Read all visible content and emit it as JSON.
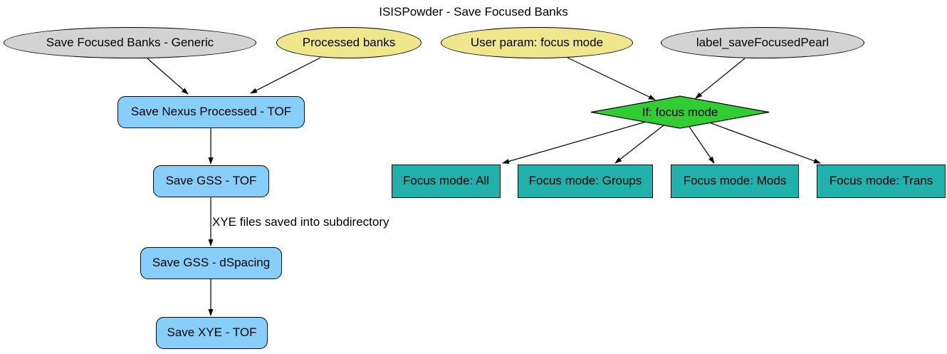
{
  "diagram": {
    "title": "ISISPowder - Save Focused Banks",
    "left_flow": {
      "inputs": [
        {
          "label": "Save Focused Banks - Generic",
          "shape": "ellipse",
          "fill": "#d3d3d3"
        },
        {
          "label": "Processed banks",
          "shape": "ellipse",
          "fill": "#f0e68c"
        }
      ],
      "steps": [
        {
          "label": "Save Nexus Processed - TOF"
        },
        {
          "label": "Save GSS - TOF"
        },
        {
          "label": "Save GSS - dSpacing"
        },
        {
          "label": "Save XYE - TOF"
        }
      ],
      "edge_label": "XYE files saved into subdirectory"
    },
    "right_flow": {
      "inputs": [
        {
          "label": "User param: focus mode",
          "shape": "ellipse",
          "fill": "#f0e68c"
        },
        {
          "label": "label_saveFocusedPearl",
          "shape": "ellipse",
          "fill": "#d3d3d3"
        }
      ],
      "decision": {
        "label": "If: focus mode",
        "shape": "diamond",
        "fill": "#32cd32"
      },
      "outcomes": [
        {
          "label": "Focus mode: All"
        },
        {
          "label": "Focus mode: Groups"
        },
        {
          "label": "Focus mode: Mods"
        },
        {
          "label": "Focus mode: Trans"
        }
      ]
    },
    "colors": {
      "generic_node_fill": "#d3d3d3",
      "user_param_fill": "#f0e68c",
      "process_fill": "#87cefa",
      "decision_fill": "#32cd32",
      "outcome_fill": "#20b2aa",
      "stroke": "#000000",
      "background": "#ffffff"
    }
  }
}
